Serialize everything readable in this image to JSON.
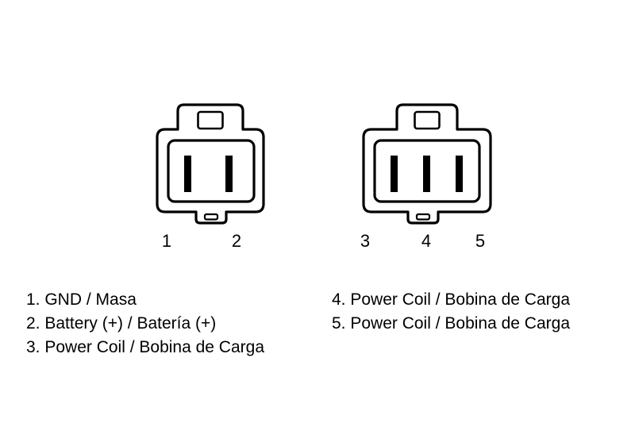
{
  "diagram": {
    "background_color": "#ffffff",
    "line_color": "#000000",
    "connectors": [
      {
        "id": "connector-a",
        "pin_count": 2,
        "pin_labels": [
          "1",
          "2"
        ]
      },
      {
        "id": "connector-b",
        "pin_count": 3,
        "pin_labels": [
          "3",
          "4",
          "5"
        ]
      }
    ],
    "legend": {
      "left": [
        "1. GND / Masa",
        "2. Battery (+) / Batería (+)",
        "3. Power Coil / Bobina de Carga"
      ],
      "right": [
        "4. Power Coil / Bobina de Carga",
        "5. Power Coil / Bobina de Carga"
      ]
    }
  }
}
